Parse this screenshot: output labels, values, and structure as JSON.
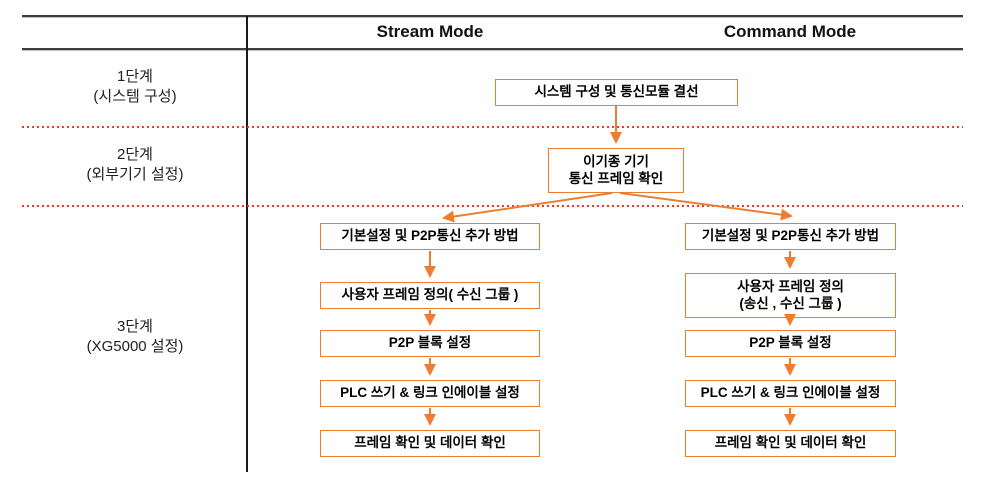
{
  "columns": {
    "stream": "Stream Mode",
    "command": "Command Mode"
  },
  "stages": {
    "s1": "1단계\n(시스템 구성)",
    "s2": "2단계\n(외부기기 설정)",
    "s3": "3단계\n(XG5000 설정)"
  },
  "nodes": {
    "system": "시스템 구성 및 통신모듈 결선",
    "frame": "이기종 기기\n통신 프레임 확인",
    "stream": [
      "기본설정 및 P2P통신 추가 방법",
      "사용자 프레임 정의( 수신 그룹 )",
      "P2P 블록 설정",
      "PLC 쓰기 & 링크 인에이블 설정",
      "프레임 확인 및 데이터 확인"
    ],
    "command": [
      "기본설정 및 P2P통신 추가 방법",
      "사용자 프레임 정의\n(송신 , 수신 그룹 )",
      "P2P 블록 설정",
      "PLC 쓰기 & 링크 인에이블 설정",
      "프레임 확인 및 데이터 확인"
    ]
  },
  "colors": {
    "accent": "#ED7D31",
    "dotted_divider": "#F03A1E",
    "header_rule": "#3D3D3D",
    "vertical_rule": "#1A1A1A"
  }
}
